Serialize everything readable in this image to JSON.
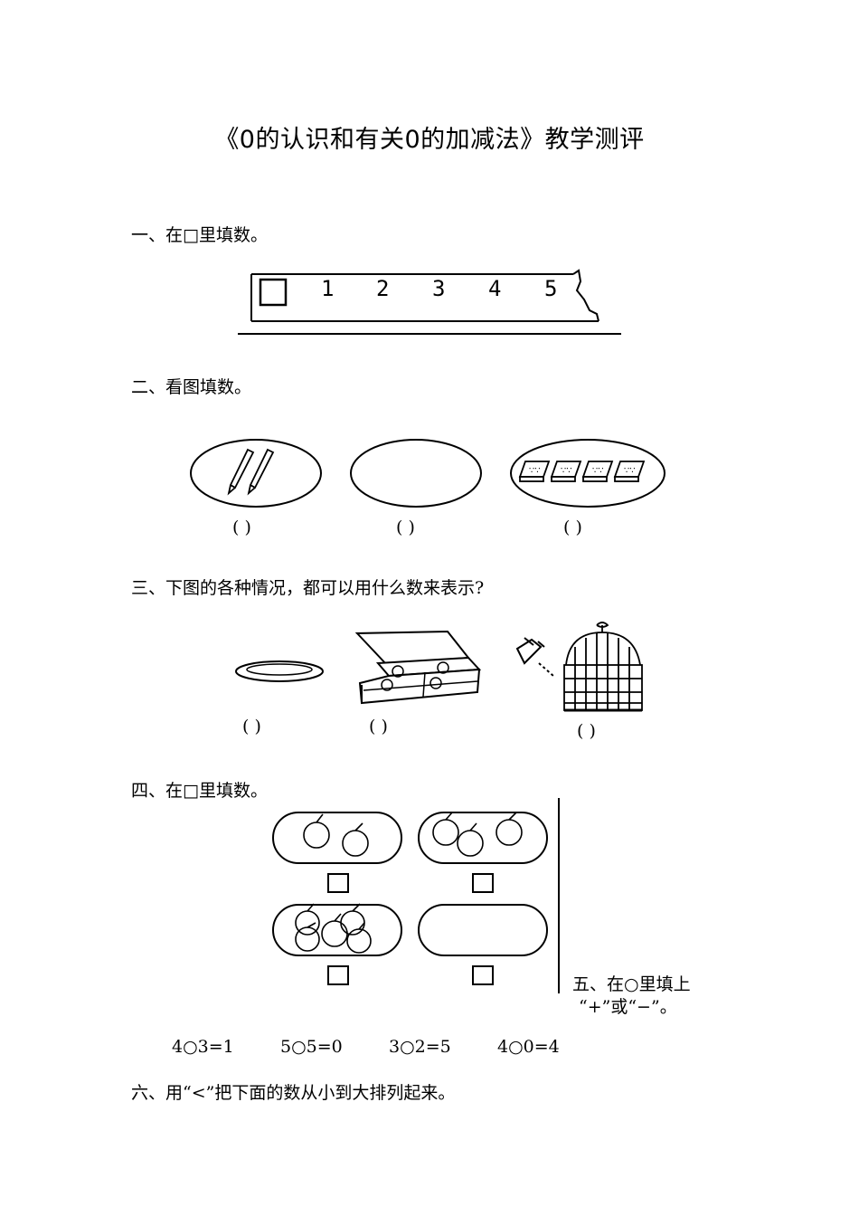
{
  "title": "《0的认识和有关0的加减法》教学测评",
  "q1": {
    "label": "一、在□里填数。",
    "ruler_numbers": [
      "1",
      "2",
      "3",
      "4",
      "5"
    ]
  },
  "q2": {
    "label": "二、看图填数。",
    "blanks": [
      "(  )",
      "(  )",
      "(  )"
    ]
  },
  "q3": {
    "label": "三、下图的各种情况，都可以用什么数来表示?",
    "blanks": [
      "(    )",
      "(    )",
      "(    )"
    ]
  },
  "q4": {
    "label": "四、在□里填数。"
  },
  "q5": {
    "label_line1": "五、在○里填上",
    "label_line2": "“+”或“−”。",
    "equations": [
      "4○3=1",
      "5○5=0",
      "3○2=5",
      "4○0=4"
    ]
  },
  "q6": {
    "label": "六、用“<”把下面的数从小到大排列起来。"
  }
}
